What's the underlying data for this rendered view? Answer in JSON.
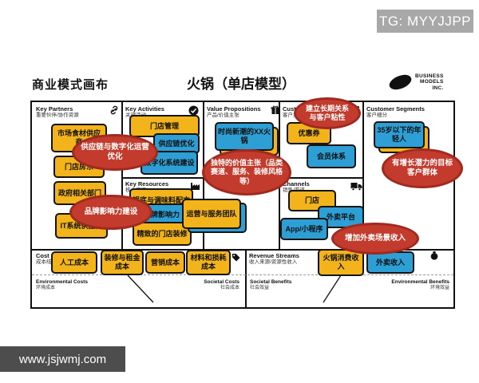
{
  "watermarks": {
    "telegram": "TG: MYYJJPP",
    "website": "www.jsjwmj.com"
  },
  "header": {
    "canvas_title": "商业模式画布",
    "model_title": "火锅（单店模型）",
    "logo_line1": "BUSINESS",
    "logo_line2": "MODELS",
    "logo_line3": "INC."
  },
  "colors": {
    "note_yellow": "#F2B31B",
    "note_blue": "#2E9FD4",
    "callout_red": "#C23B2C"
  },
  "sections": {
    "key_partners": {
      "en": "Key Partners",
      "zh": "重要伙伴/协作资源",
      "icon": "link-icon"
    },
    "key_activities": {
      "en": "Key Activities",
      "zh": "关键活动",
      "icon": "check-icon"
    },
    "key_resources": {
      "en": "Key Resources",
      "zh": "核心资源",
      "icon": "factory-icon"
    },
    "value_propositions": {
      "en": "Value Propositions",
      "zh": "产品/价值主张",
      "icon": "gift-icon"
    },
    "customer_relationships": {
      "en": "Customer Relationships",
      "zh": "客户关系",
      "icon": "heart-icon"
    },
    "channels": {
      "en": "Channels",
      "zh": "销售/渠道",
      "icon": "truck-icon"
    },
    "customer_segments": {
      "en": "Customer Segments",
      "zh": "客户细分",
      "icon": "face-icon"
    },
    "cost_structure": {
      "en": "Cost Structure",
      "zh": "成本结构",
      "icon": "tag-icon"
    },
    "revenue_streams": {
      "en": "Revenue Streams",
      "zh": "收入来源/资源性收入",
      "icon": "moneybag-icon"
    },
    "environmental_costs": {
      "en": "Environmental Costs",
      "zh": "环境成本"
    },
    "societal_costs": {
      "en": "Societal Costs",
      "zh": "社会成本"
    },
    "societal_benefits": {
      "en": "Societal Benefits",
      "zh": "社会效益"
    },
    "environmental_benefits": {
      "en": "Environmental Benefits",
      "zh": "环境效益"
    }
  },
  "notes": {
    "market_supplier": {
      "text": "市场食材供应商",
      "color": "yellow"
    },
    "landlord": {
      "text": "门店房东",
      "color": "yellow"
    },
    "government": {
      "text": "政府相关部门",
      "color": "yellow"
    },
    "it_supplier": {
      "text": "IT系统供应商",
      "color": "yellow"
    },
    "store_management": {
      "text": "门店管理",
      "color": "yellow"
    },
    "supply_chain_opt": {
      "text": "供应链优化",
      "color": "blue"
    },
    "digital_system": {
      "text": "数字化系统建设",
      "color": "blue"
    },
    "soup_recipe": {
      "text": "锅底与调味料配方",
      "color": "yellow"
    },
    "brand_influence": {
      "text": "品牌影响力",
      "color": "blue"
    },
    "store_decoration": {
      "text": "精致的门店装修",
      "color": "yellow"
    },
    "service_team": {
      "text": "运营与服务团队",
      "color": "yellow"
    },
    "trendy_hotpot": {
      "text": "时尚新潮的XX火锅",
      "color": "blue"
    },
    "coupons": {
      "text": "优惠券",
      "color": "yellow"
    },
    "membership": {
      "text": "会员体系",
      "color": "blue"
    },
    "store_channel": {
      "text": "门店",
      "color": "yellow"
    },
    "delivery_platform": {
      "text": "外卖平台",
      "color": "blue"
    },
    "app_miniprogram": {
      "text": "App/小程序",
      "color": "blue"
    },
    "young_people": {
      "text": "35岁以下的年轻人",
      "color": "blue"
    },
    "labor_cost": {
      "text": "人工成本",
      "color": "yellow"
    },
    "rent_cost": {
      "text": "装修与租金成本",
      "color": "yellow"
    },
    "marketing_cost": {
      "text": "营销成本",
      "color": "yellow"
    },
    "material_cost": {
      "text": "材料和损耗成本",
      "color": "yellow"
    },
    "hotpot_income": {
      "text": "火锅消费收入",
      "color": "yellow"
    },
    "delivery_income_note": {
      "text": "外卖收入",
      "color": "blue"
    }
  },
  "callouts": {
    "supply_digital": {
      "text": "供应链与数字化运营优化"
    },
    "brand_building": {
      "text": "品牌影响力建设"
    },
    "unique_value": {
      "text": "独特的价值主张（品类赛道、服务、装修风格等）"
    },
    "long_term_relation": {
      "text": "建立长期关系与客户粘性"
    },
    "growth_target": {
      "text": "有增长潜力的目标客户群体"
    },
    "delivery_scene": {
      "text": "增加外卖场景收入"
    }
  }
}
